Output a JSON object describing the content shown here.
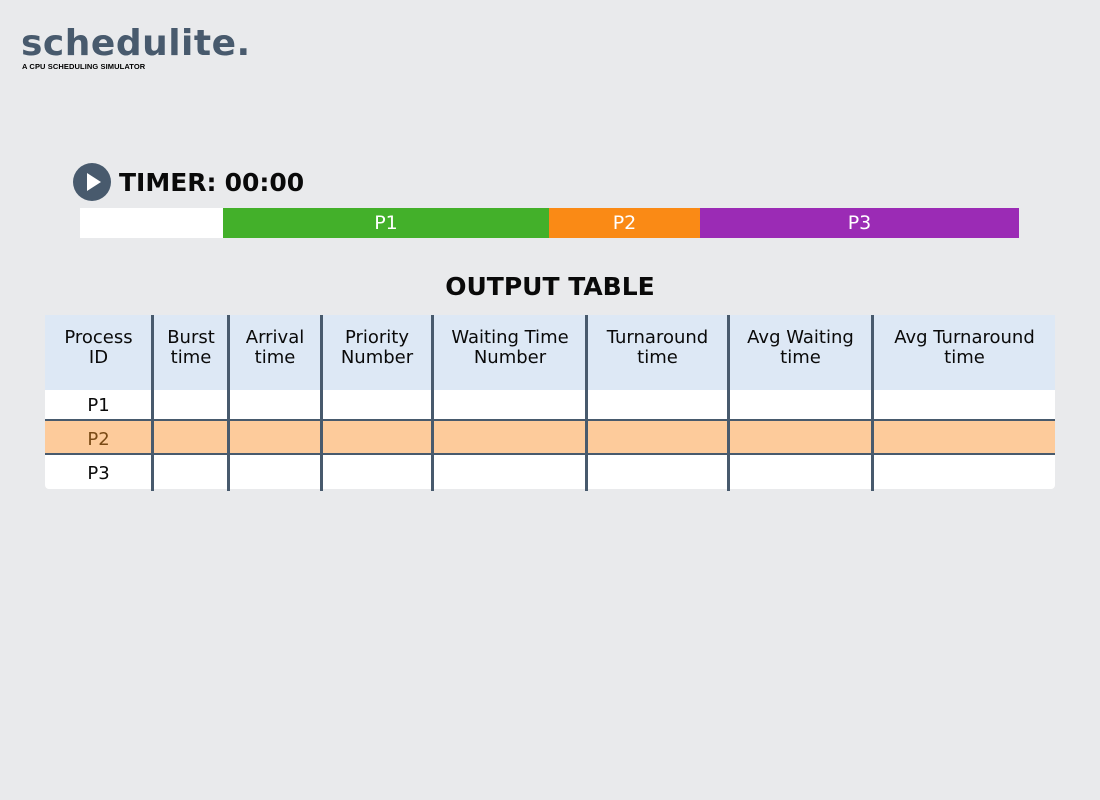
{
  "brand": {
    "name": "schedulite.",
    "tagline": "A CPU SCHEDULING SIMULATOR"
  },
  "timer": {
    "label": "TIMER:",
    "value": "00:00",
    "play_icon": "play-icon"
  },
  "gantt": {
    "segments": [
      {
        "label": "",
        "color": "#ffffff"
      },
      {
        "label": "P1",
        "color": "#43b02a"
      },
      {
        "label": "P2",
        "color": "#fa8a15"
      },
      {
        "label": "P3",
        "color": "#9b2bb5"
      }
    ]
  },
  "output_table": {
    "title": "OUTPUT TABLE",
    "columns": [
      {
        "line1": "Process",
        "line2": "ID"
      },
      {
        "line1": "Burst",
        "line2": "time"
      },
      {
        "line1": "Arrival",
        "line2": "time"
      },
      {
        "line1": "Priority",
        "line2": "Number"
      },
      {
        "line1": "Waiting Time",
        "line2": "Number"
      },
      {
        "line1": "Turnaround",
        "line2": "time"
      },
      {
        "line1": "Avg Waiting",
        "line2": "time"
      },
      {
        "line1": "Avg Turnaround",
        "line2": "time"
      }
    ],
    "rows": [
      {
        "process_id": "P1",
        "cells": [
          "",
          "",
          "",
          "",
          "",
          "",
          ""
        ]
      },
      {
        "process_id": "P2",
        "cells": [
          "",
          "",
          "",
          "",
          "",
          "",
          ""
        ]
      },
      {
        "process_id": "P3",
        "cells": [
          "",
          "",
          "",
          "",
          "",
          "",
          ""
        ]
      }
    ],
    "highlight_color": "#fdcb9b",
    "header_color": "#dde8f5"
  },
  "colors": {
    "background": "#e9eaec",
    "accent": "#485a6d"
  }
}
